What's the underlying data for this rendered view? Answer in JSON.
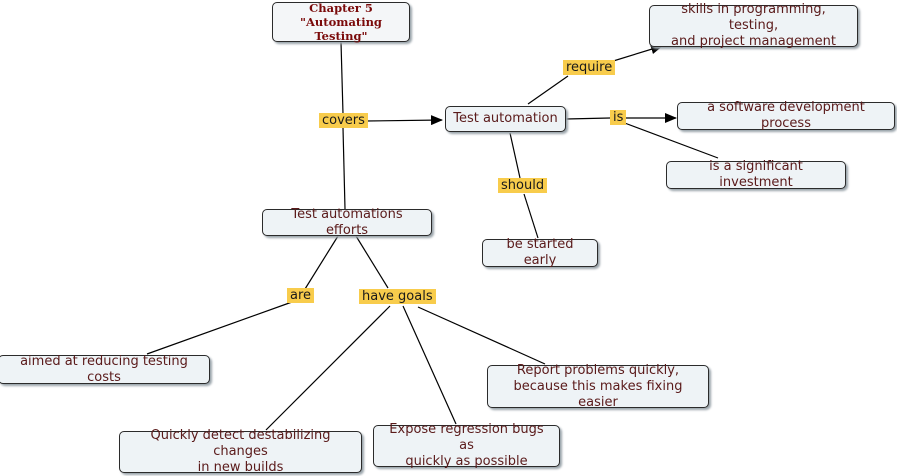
{
  "title": {
    "line1": "Chapter 5",
    "line2": "\"Automating Testing\""
  },
  "nodes": {
    "test_automation": "Test automation",
    "skills": "skills in programming,  testing,\nand project management",
    "process": "a software development process",
    "investment": "is a significant investment",
    "started_early": "be started early",
    "efforts": "Test automations efforts",
    "aimed": "aimed at reducing testing costs",
    "report": "Report problems quickly,\nbecause this makes fixing easier",
    "detect": "Quickly detect destabilizing changes\nin new builds",
    "expose": "Expose regression bugs as\nquickly as possible"
  },
  "links": {
    "covers": "covers",
    "require": "require",
    "is": "is",
    "should": "should",
    "are": "are",
    "have_goals": "have goals"
  }
}
